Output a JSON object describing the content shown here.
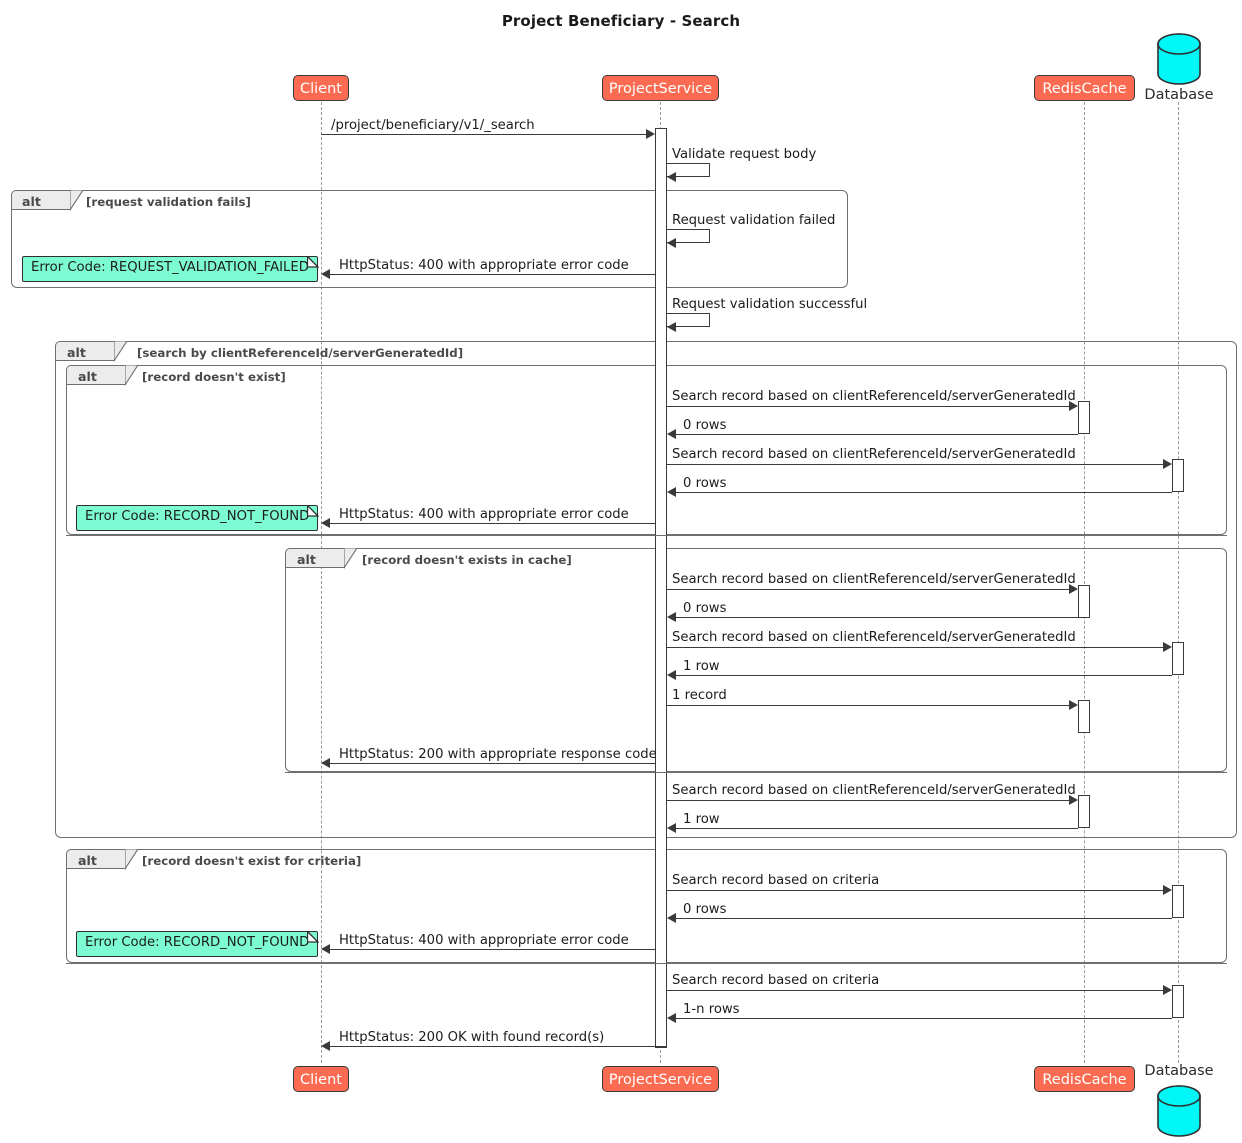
{
  "diagram": {
    "title": "Project Beneficiary - Search",
    "type": "sequence",
    "colors": {
      "participant_fill": "#FB6B52",
      "participant_text": "#FFFFFF",
      "note_fill": "#7DFBD2",
      "database_fill": "#00F7F7",
      "frame_tab_fill": "#ECECEC",
      "line": "#3A3A3A"
    }
  },
  "participants": [
    {
      "id": "client",
      "name": "Client",
      "shape": "box"
    },
    {
      "id": "projectservice",
      "name": "ProjectService",
      "shape": "box"
    },
    {
      "id": "rediscache",
      "name": "RedisCache",
      "shape": "box"
    },
    {
      "id": "database",
      "name": "Database",
      "shape": "database"
    }
  ],
  "messages": {
    "m1": "/project/beneficiary/v1/_search",
    "m2": "Validate request body",
    "m3": "Request validation failed",
    "m4": "HttpStatus: 400 with appropriate error code",
    "m5": "Request validation successful",
    "m6": "Search record based on clientReferenceId/serverGeneratedId",
    "m7": "0 rows",
    "m8": "Search record based on clientReferenceId/serverGeneratedId",
    "m9": "0 rows",
    "m10": "HttpStatus: 400 with appropriate error code",
    "m11": "Search record based on clientReferenceId/serverGeneratedId",
    "m12": "0 rows",
    "m13": "Search record based on clientReferenceId/serverGeneratedId",
    "m14": "1 row",
    "m15": "1 record",
    "m16": "HttpStatus: 200 with appropriate response code",
    "m17": "Search record based on clientReferenceId/serverGeneratedId",
    "m18": "1 row",
    "m19": "Search record based on criteria",
    "m20": "0 rows",
    "m21": "HttpStatus: 400 with appropriate error code",
    "m22": "Search record based on criteria",
    "m23": "1-n rows",
    "m24": "HttpStatus: 200 OK with found record(s)"
  },
  "frames": {
    "f1": {
      "tab": "alt",
      "condition": "[request validation fails]"
    },
    "f2": {
      "tab": "alt",
      "condition": "[search by clientReferenceId/serverGeneratedId]"
    },
    "f3": {
      "tab": "alt",
      "condition": "[record doesn't exist]"
    },
    "f4": {
      "tab": "alt",
      "condition": "[record doesn't exists in cache]"
    },
    "f5": {
      "tab": "alt",
      "condition": "[record doesn't exist for criteria]"
    }
  },
  "notes": {
    "n1": "Error Code: REQUEST_VALIDATION_FAILED",
    "n2": "Error Code: RECORD_NOT_FOUND",
    "n3": "Error Code: RECORD_NOT_FOUND"
  }
}
